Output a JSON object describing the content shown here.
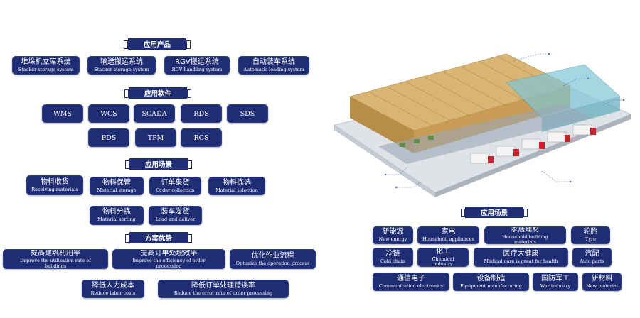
{
  "left": {
    "products": {
      "title": "应用产品",
      "items": [
        {
          "zh": "堆垛机立库系统",
          "en": "Stacker storage system"
        },
        {
          "zh": "输送搬运系统",
          "en": "Stacker storage system"
        },
        {
          "zh": "RGV搬运系统",
          "en": "RGV handling system"
        },
        {
          "zh": "自动装车系统",
          "en": "Automatic loading system"
        }
      ]
    },
    "software": {
      "title": "应用软件",
      "items": [
        "WMS",
        "WCS",
        "SCADA",
        "RDS",
        "SDS",
        "PDS",
        "TPM",
        "RCS"
      ]
    },
    "scenarios": {
      "title": "应用场景",
      "items": [
        {
          "zh": "物料收货",
          "en": "Receiving materials"
        },
        {
          "zh": "物料保管",
          "en": "Material storage"
        },
        {
          "zh": "订单集货",
          "en": "Order collection"
        },
        {
          "zh": "物料拣选",
          "en": "Material selection"
        },
        {
          "zh": "物料分拣",
          "en": "Material sorting"
        },
        {
          "zh": "装车发货",
          "en": "Load and deliver"
        }
      ]
    },
    "advantages": {
      "title": "方案优势",
      "items": [
        {
          "zh": "提高建筑利用率",
          "en": "Improve the utilization rate of buildings"
        },
        {
          "zh": "提高订单处理效率",
          "en": "Improve the efficiency of order processing"
        },
        {
          "zh": "优化作业流程",
          "en": "Optimize the operation process"
        },
        {
          "zh": "降低人力成本",
          "en": "Reduce labor costs"
        },
        {
          "zh": "降低订单处理错误率",
          "en": "Reduce the error rate of order processing"
        }
      ]
    }
  },
  "right": {
    "scenarios": {
      "title": "应用场景",
      "items": [
        {
          "zh": "新能源",
          "en": "New energy"
        },
        {
          "zh": "家电",
          "en": "Household appliances"
        },
        {
          "zh": "家居建材",
          "en": "Household building materials"
        },
        {
          "zh": "轮胎",
          "en": "Tyre"
        },
        {
          "zh": "冷链",
          "en": "Cold chain"
        },
        {
          "zh": "化工",
          "en": "Chemical industry"
        },
        {
          "zh": "医疗大健康",
          "en": "Medical care is great for health"
        },
        {
          "zh": "汽配",
          "en": "Auto parts"
        },
        {
          "zh": "通信电子",
          "en": "Communication electronics"
        },
        {
          "zh": "设备制造",
          "en": "Equipment manufacturing"
        },
        {
          "zh": "国防军工",
          "en": "War industry"
        },
        {
          "zh": "新材料",
          "en": "New material"
        }
      ]
    }
  },
  "colors": {
    "navy": "#1e2d74",
    "shelf": "#c9a25a",
    "glass": "#7fc6d6"
  }
}
